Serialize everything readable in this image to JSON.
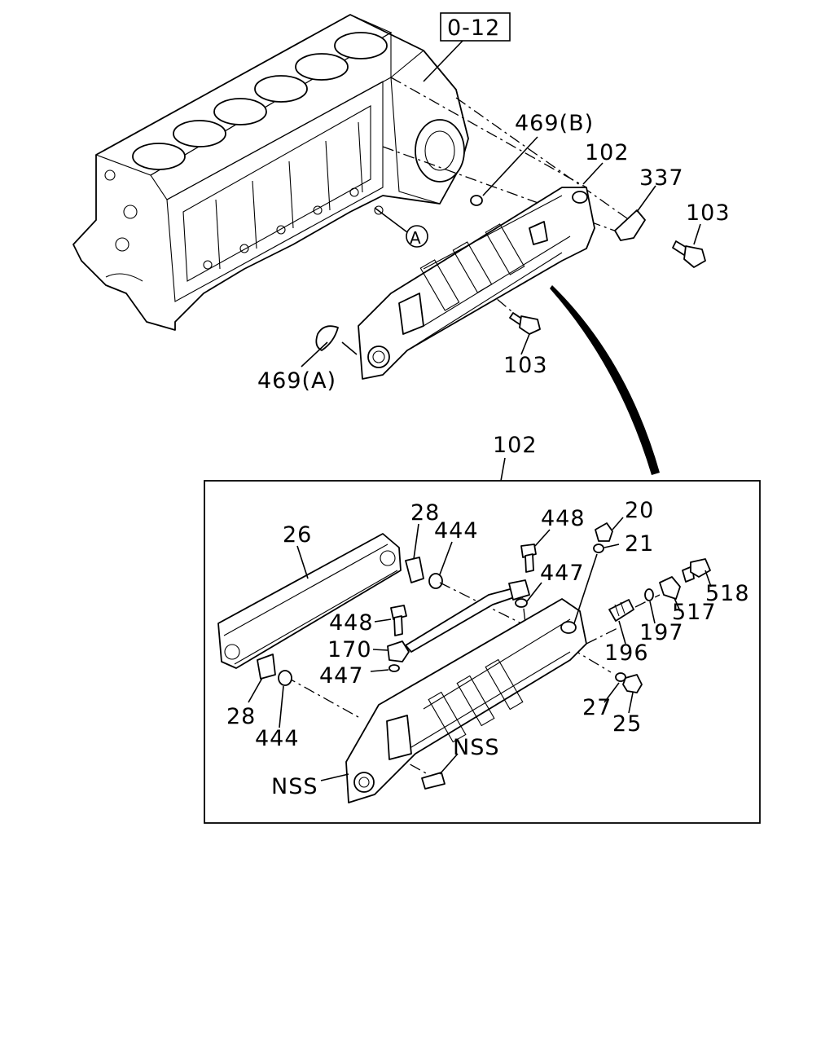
{
  "diagram": {
    "reference_box": "0-12",
    "callout_circle": "A",
    "labels": {
      "p469b": "469(B)",
      "p102_top": "102",
      "p337": "337",
      "p103_right": "103",
      "p103_lower": "103",
      "p469a": "469(A)",
      "p102_inset": "102",
      "p26": "26",
      "p28_top": "28",
      "p444_top": "444",
      "p448_top": "448",
      "p20": "20",
      "p21": "21",
      "p447_top": "447",
      "p518": "518",
      "p517": "517",
      "p197": "197",
      "p196": "196",
      "p448_mid": "448",
      "p170": "170",
      "p447_mid": "447",
      "p28_bot": "28",
      "p444_bot": "444",
      "p27": "27",
      "p25": "25",
      "pNSS_right": "NSS",
      "pNSS_left": "NSS"
    }
  }
}
